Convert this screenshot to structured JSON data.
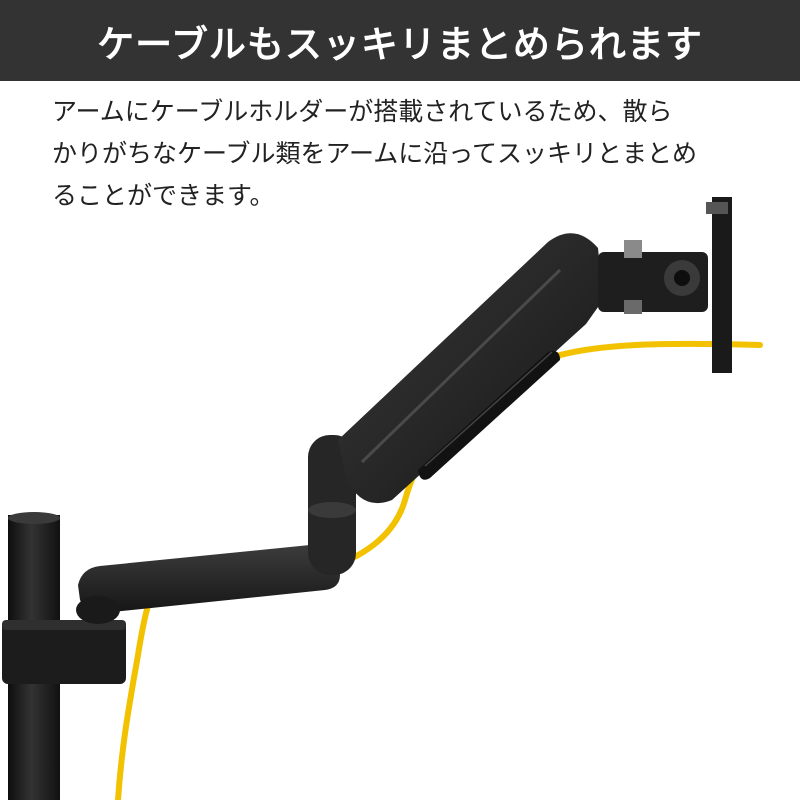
{
  "header": {
    "title": "ケーブルもスッキリまとめられます",
    "background": "#333333"
  },
  "description": {
    "lines": [
      "アームにケーブルホルダーが搭載されているため、散ら",
      "かりがちなケーブル類をアームに沿ってスッキリとまとめ",
      "ることができます。"
    ]
  },
  "product_photo": {
    "subject": "monitor-arm-with-cable",
    "colors": {
      "arm": "#2b2b2b",
      "cable": "#f2c200"
    }
  }
}
